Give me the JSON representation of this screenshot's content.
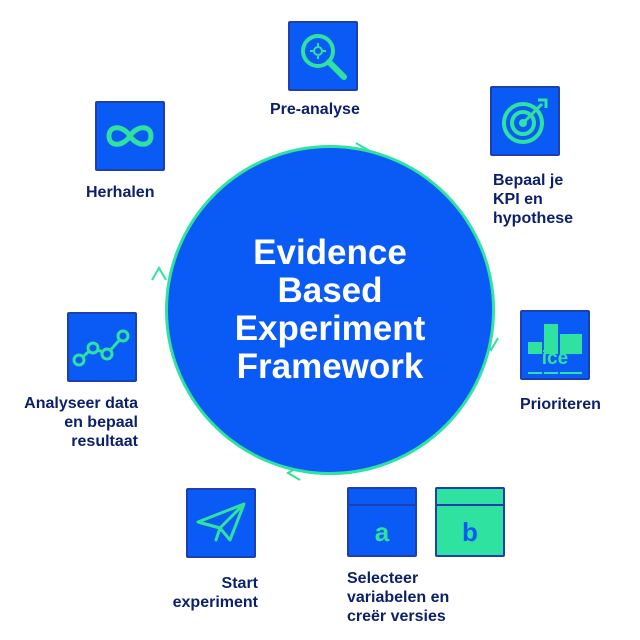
{
  "center": {
    "title": "Evidence Based Experiment Framework"
  },
  "steps": {
    "pre_analysis": {
      "label": "Pre-analyse",
      "icon": "magnifier-gear-icon"
    },
    "kpi_hypothesis": {
      "label": [
        "Bepaal je",
        "KPI en",
        "hypothese"
      ],
      "icon": "target-arrow-icon"
    },
    "prioritize": {
      "label": "Prioriteren",
      "icon": "ice-chart-icon",
      "icon_text": "ice"
    },
    "variants": {
      "label": [
        "Selecteer",
        "variabelen en",
        "creër versies"
      ],
      "icon": "ab-test-icon",
      "variant_a": "a",
      "variant_b": "b"
    },
    "start": {
      "label": [
        "Start",
        "experiment"
      ],
      "icon": "paper-plane-icon"
    },
    "analyze": {
      "label": [
        "Analyseer data",
        "en bepaal",
        "resultaat"
      ],
      "icon": "line-graph-icon"
    },
    "repeat": {
      "label": "Herhalen",
      "icon": "infinity-loop-icon"
    }
  },
  "colors": {
    "primary_blue": "#0a5af5",
    "accent_green": "#2fe2a0",
    "text_navy": "#0b1f6b"
  }
}
